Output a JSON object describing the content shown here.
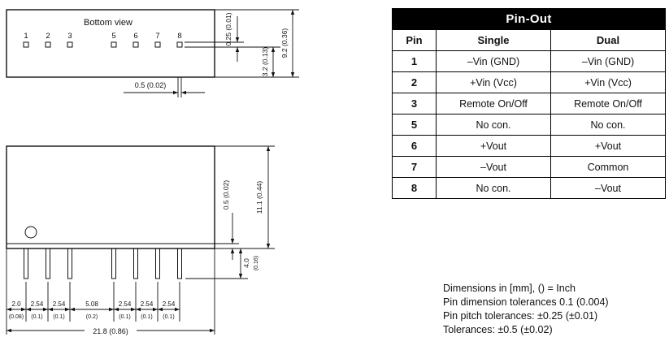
{
  "colors": {
    "line": "#111111",
    "table_header_bg": "#000000",
    "table_header_text": "#ffffff"
  },
  "bottom_view": {
    "label": "Bottom view",
    "pins": [
      "1",
      "2",
      "3",
      "5",
      "6",
      "7",
      "8"
    ],
    "dims": {
      "pin_size": "0.25 (0.01)",
      "pin_to_edge": "3.2 (0.13)",
      "body_depth": "9.2 (0.36)",
      "pin_detail": "0.5 (0.02)"
    }
  },
  "side_view": {
    "dims": {
      "segments_mm": [
        "2.0",
        "2.54",
        "2.54",
        "5.08",
        "2.54",
        "2.54",
        "2.54"
      ],
      "segments_inch": [
        "(0.08)",
        "(0.1)",
        "(0.1)",
        "(0.2)",
        "(0.1)",
        "(0.1)",
        "(0.1)"
      ],
      "total_width": "21.8 (0.86)",
      "standoff": "0.5 (0.02)",
      "body_height": "11.1 (0.44)",
      "pin_length_mm": "4.0",
      "pin_length_inch": "(0.16)"
    }
  },
  "pinout": {
    "title": "Pin-Out",
    "columns": [
      "Pin",
      "Single",
      "Dual"
    ],
    "rows": [
      [
        "1",
        "–Vin (GND)",
        "–Vin (GND)"
      ],
      [
        "2",
        "+Vin (Vcc)",
        "+Vin (Vcc)"
      ],
      [
        "3",
        "Remote On/Off",
        "Remote On/Off"
      ],
      [
        "5",
        "No con.",
        "No con."
      ],
      [
        "6",
        "+Vout",
        "+Vout"
      ],
      [
        "7",
        "–Vout",
        "Common"
      ],
      [
        "8",
        "No con.",
        "–Vout"
      ]
    ]
  },
  "notes": [
    "Dimensions in [mm], () = Inch",
    "Pin dimension tolerances 0.1 (0.004)",
    "Pin pitch tolerances: ±0.25 (±0.01)",
    "Tolerances: ±0.5 (±0.02)"
  ]
}
